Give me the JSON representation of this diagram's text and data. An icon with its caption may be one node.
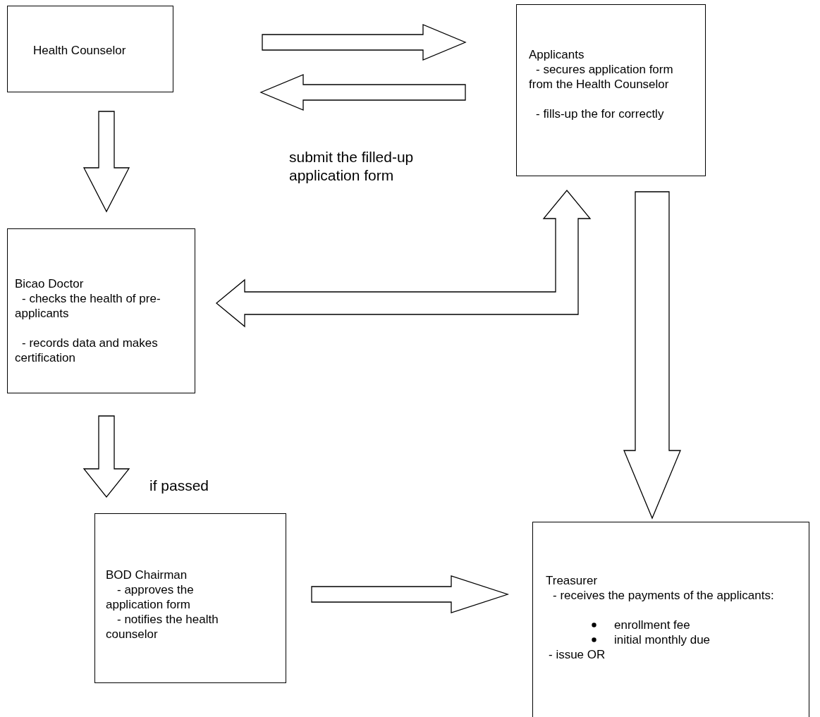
{
  "diagram": {
    "nodes": [
      {
        "text": [
          "Health Counselor"
        ]
      },
      {
        "text": [
          "Applicants",
          "- secures application form from the Health Counselor",
          "- fills-up the for correctly"
        ]
      },
      {
        "text": [
          "Bicao Doctor",
          "- checks the health of pre-applicants",
          "- records data and makes certification"
        ]
      },
      {
        "text": [
          "BOD Chairman",
          "- approves the application form",
          "- notifies the health counselor"
        ]
      },
      {
        "text": [
          "Treasurer",
          "- receives the payments of the applicants:",
          "enrollment fee",
          "initial monthly due",
          "- issue OR"
        ]
      }
    ],
    "edges": [
      {
        "from": 0,
        "to": 1,
        "arrow": "to"
      },
      {
        "from": 1,
        "to": 0,
        "arrow": "to",
        "label": "submit the filled-up application form"
      },
      {
        "from": 0,
        "to": 2,
        "arrow": "to"
      },
      {
        "from": 1,
        "to": 4,
        "arrow": "to"
      },
      {
        "from": 2,
        "to": 1,
        "arrow": "both"
      },
      {
        "from": 2,
        "to": 3,
        "arrow": "to",
        "label": "if passed"
      },
      {
        "from": 3,
        "to": 4,
        "arrow": "to"
      }
    ]
  }
}
